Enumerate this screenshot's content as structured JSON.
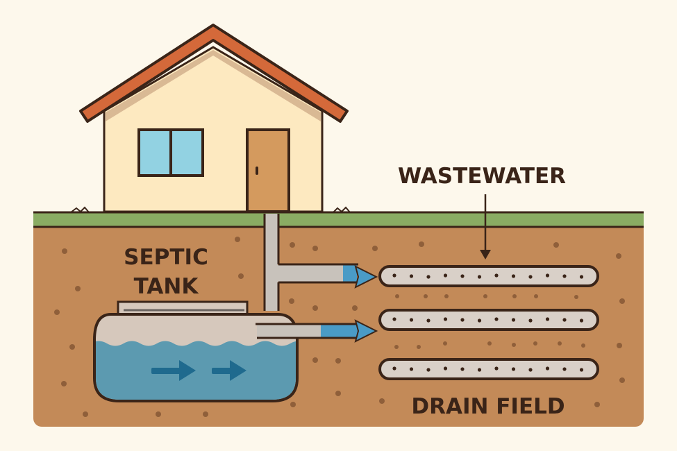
{
  "title": "Septic System Diagram",
  "labels": {
    "septic_line1": "SEPTIC",
    "septic_line2": "TANK",
    "wastewater": "WASTEWATER",
    "drain_field": "DRAIN FIELD"
  },
  "colors": {
    "background": "#fdf8ec",
    "outline": "#3a2418",
    "roof": "#d4693a",
    "house_wall": "#fde9c0",
    "window": "#92d2e2",
    "door": "#d49a5e",
    "grass": "#8aac63",
    "soil": "#c38a58",
    "soil_dot": "#8f5f3a",
    "pipe": "#c8c2bb",
    "water": "#5c9ab0",
    "water_arrow": "#1f6a8e",
    "flow_arrow": "#4a9bc6",
    "sludge": "#d6c8bc"
  },
  "drain_pipes": [
    {
      "name": "drain-pipe-1"
    },
    {
      "name": "drain-pipe-2"
    },
    {
      "name": "drain-pipe-3"
    }
  ]
}
